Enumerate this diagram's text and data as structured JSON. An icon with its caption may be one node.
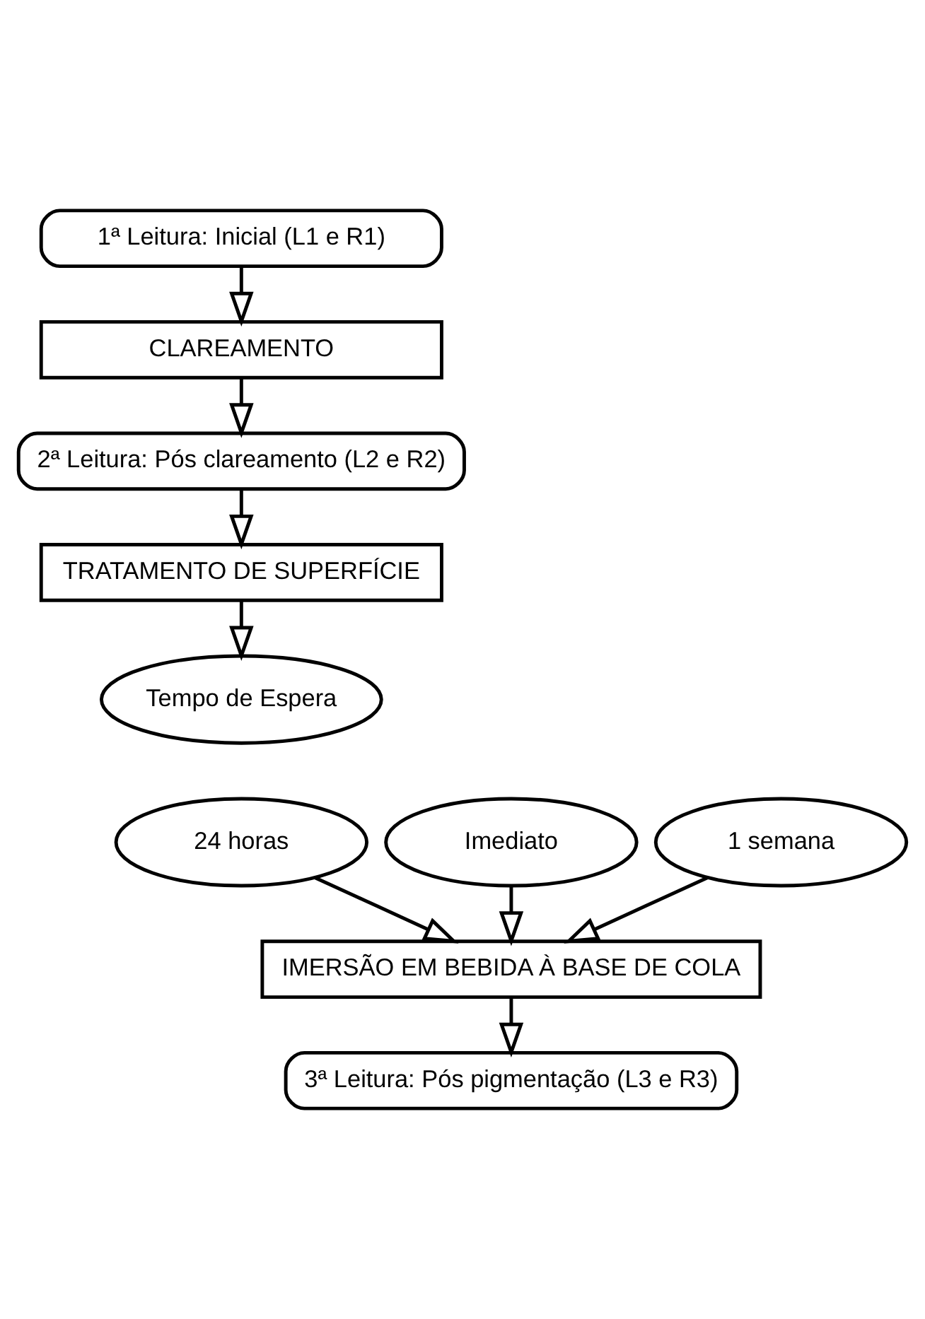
{
  "diagram": {
    "nodes": [
      {
        "text": [
          "1ª Leitura: Inicial (L1 e R1)"
        ]
      },
      {
        "text": [
          "CLAREAMENTO"
        ]
      },
      {
        "text": [
          "2ª Leitura: Pós clareamento (L2 e R2)"
        ]
      },
      {
        "text": [
          "TRATAMENTO DE SUPERFÍCIE"
        ]
      },
      {
        "text": [
          "Tempo de Espera"
        ]
      },
      {
        "text": [
          "Imediato"
        ]
      },
      {
        "text": [
          "24 horas"
        ]
      },
      {
        "text": [
          "1 semana"
        ]
      },
      {
        "text": [
          "IMERSÃO EM BEBIDA À BASE DE COLA"
        ]
      },
      {
        "text": [
          "3ª Leitura: Pós pigmentação (L3 e R3)"
        ]
      }
    ],
    "edges": [
      {
        "from": 0,
        "to": 1,
        "arrow": "to"
      },
      {
        "from": 1,
        "to": 2,
        "arrow": "to"
      },
      {
        "from": 2,
        "to": 3,
        "arrow": "to"
      },
      {
        "from": 3,
        "to": 4,
        "arrow": "to"
      },
      {
        "from": 5,
        "to": 8,
        "arrow": "to"
      },
      {
        "from": 6,
        "to": 8,
        "arrow": "to"
      },
      {
        "from": 7,
        "to": 8,
        "arrow": "to"
      },
      {
        "from": 8,
        "to": 9,
        "arrow": "to"
      }
    ]
  }
}
